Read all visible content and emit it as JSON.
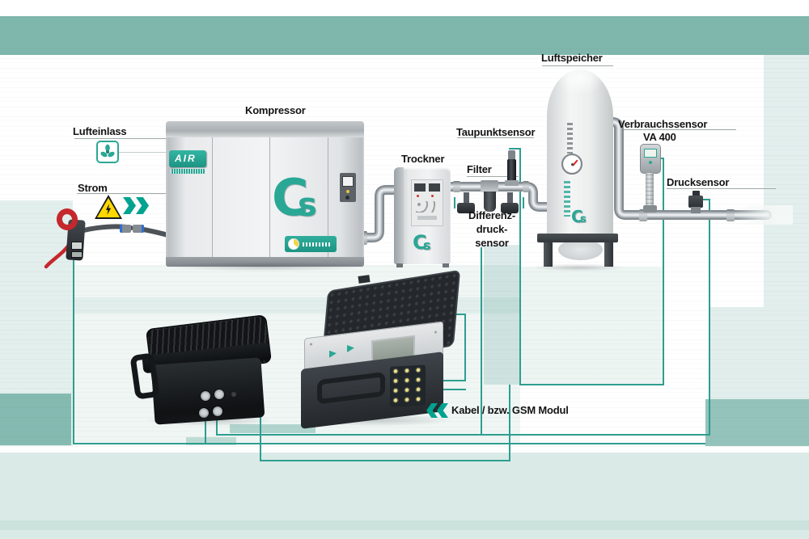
{
  "labels": {
    "lufteinlass": "Lufteinlass",
    "strom": "Strom",
    "kompressor": "Kompressor",
    "trockner": "Trockner",
    "filter": "Filter",
    "taupunktsensor": "Taupunktsensor",
    "differenzdrucksensor": [
      "Differenz-",
      "druck-",
      "sensor"
    ],
    "luftspeicher": "Luftspeicher",
    "verbrauchssensor": "Verbrauchssensor",
    "verbrauchssensor_modell": "VA 400",
    "drucksensor": "Drucksensor",
    "kabel_gsm": "Kabel / bzw. GSM Modul"
  },
  "badges": {
    "air": "AIR",
    "logo_c": "C",
    "logo_s": "s"
  },
  "colors": {
    "accent_teal": "#2AA795",
    "line_teal": "#2E9E90",
    "band_teal_rgb": "22,124,106",
    "warning_yellow": "#FFD800",
    "clamp_red": "#C5272C",
    "case_black": "#17191B",
    "pipe_gray": "#B9BFC4"
  }
}
